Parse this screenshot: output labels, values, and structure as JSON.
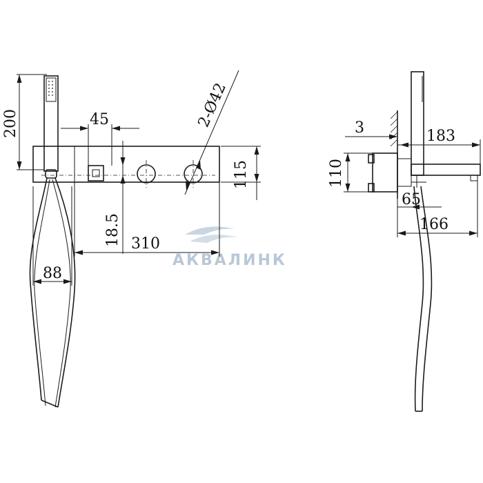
{
  "front_view": {
    "dim_height_handshower": "200",
    "dim_spacing": "45",
    "dim_holes": "2-Ø42",
    "dim_panel_height": "115",
    "dim_offset": "18.5",
    "dim_panel_width": "310",
    "dim_hose_spread": "88"
  },
  "side_view": {
    "dim_wall_gap": "3",
    "dim_spout_length": "183",
    "dim_bracket_height": "110",
    "dim_projection": "65",
    "dim_overall_depth": "166"
  },
  "watermark": {
    "text": "АКВАЛИНК",
    "color": "#b9c8d6"
  }
}
